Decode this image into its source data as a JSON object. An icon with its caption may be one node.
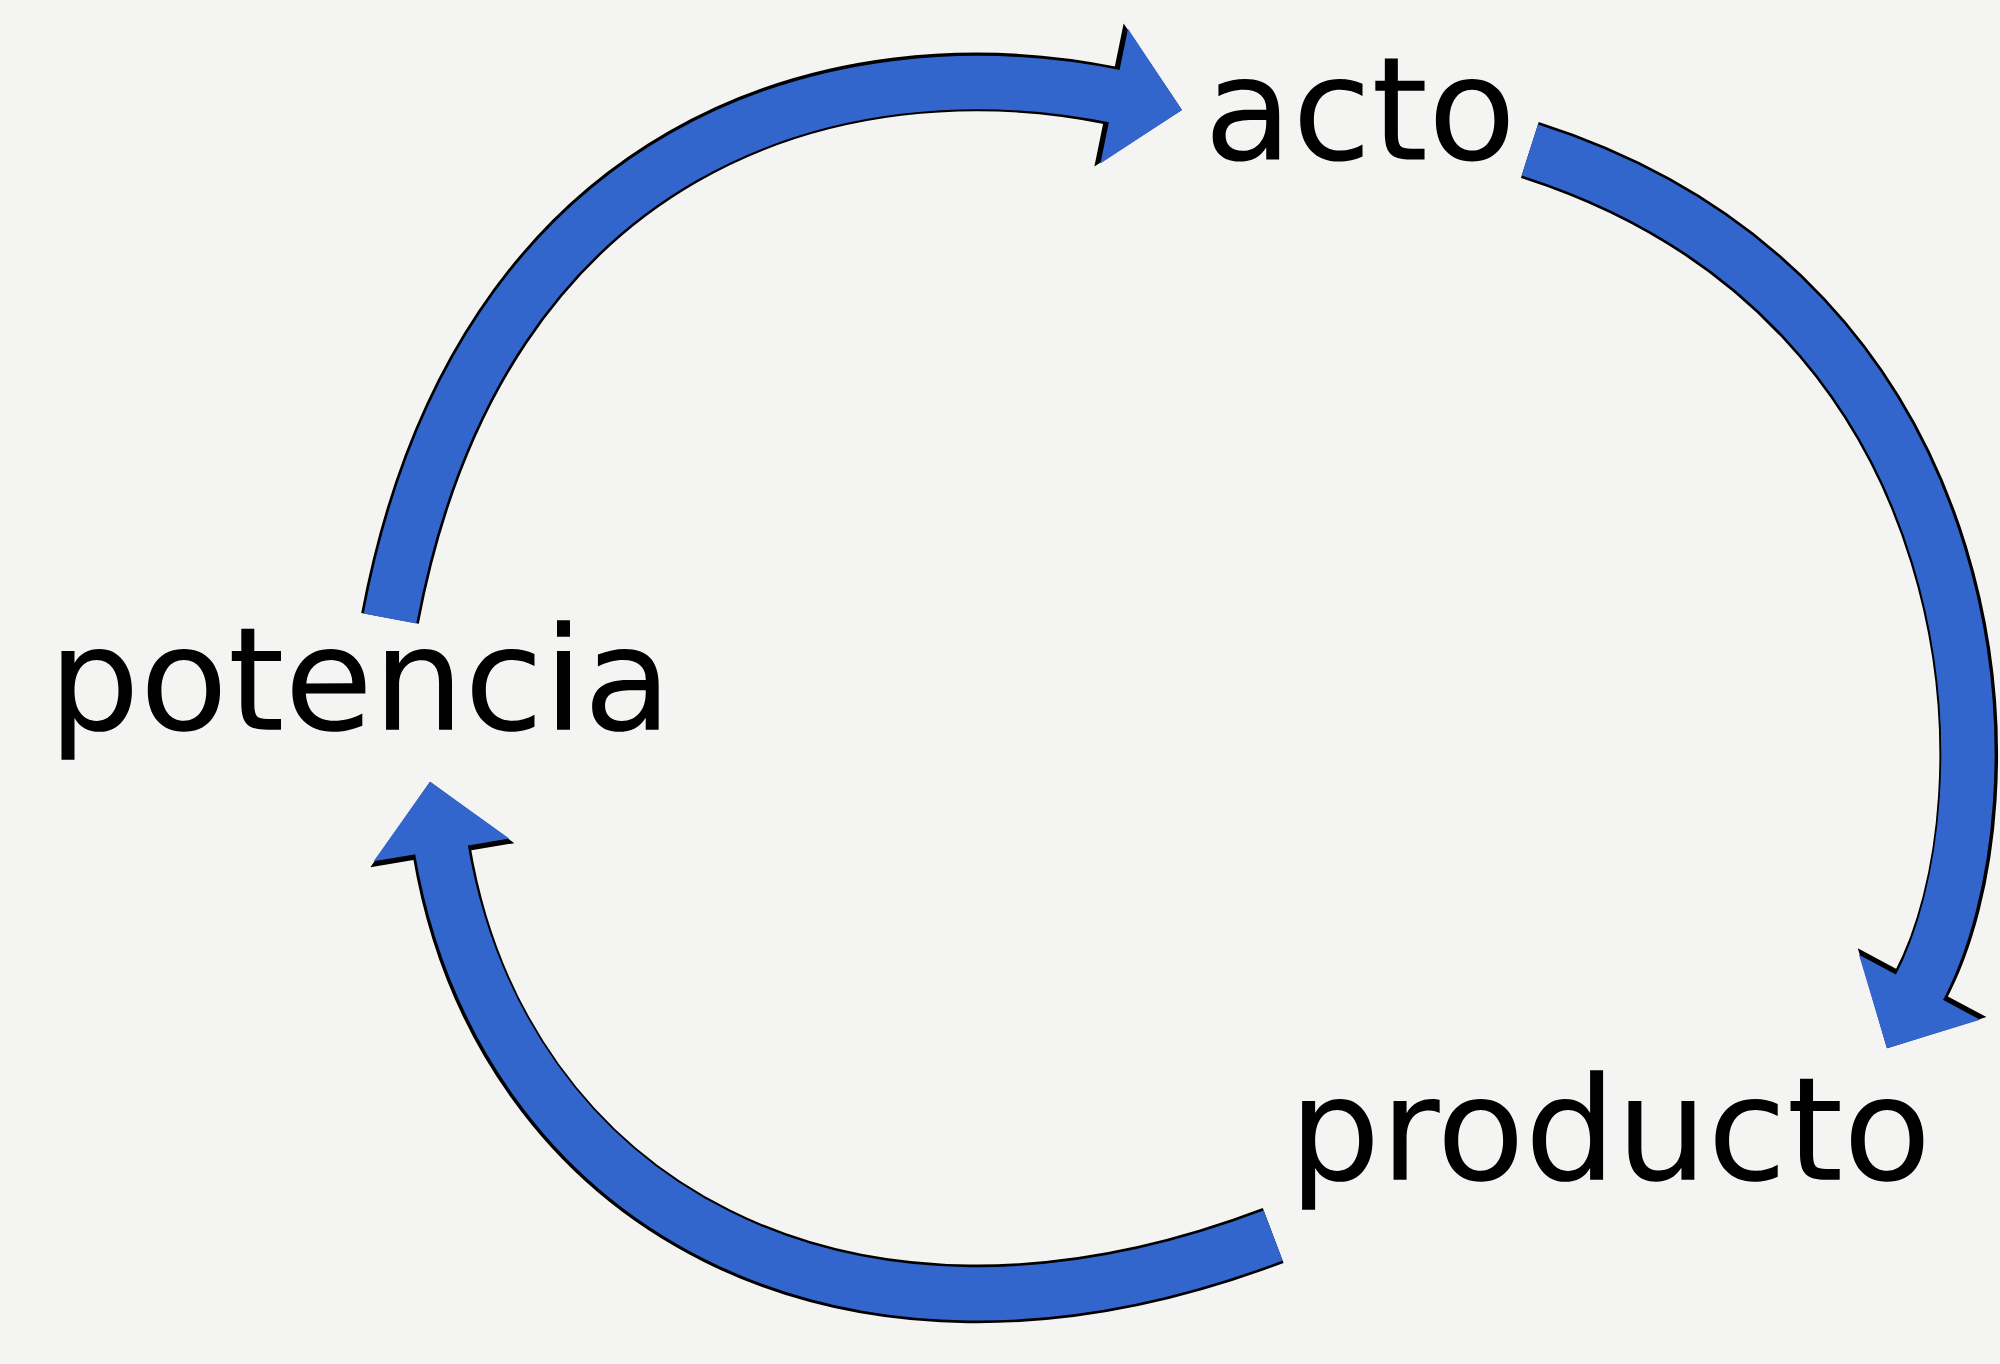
{
  "diagram": {
    "nodes": [
      {
        "text": [
          "potencia"
        ]
      },
      {
        "text": [
          "acto"
        ]
      },
      {
        "text": [
          "producto"
        ]
      }
    ],
    "edges": [
      {
        "from": 0,
        "to": 1,
        "arrow": "to"
      },
      {
        "from": 1,
        "to": 2,
        "arrow": "to"
      },
      {
        "from": 2,
        "to": 0,
        "arrow": "to"
      }
    ]
  }
}
